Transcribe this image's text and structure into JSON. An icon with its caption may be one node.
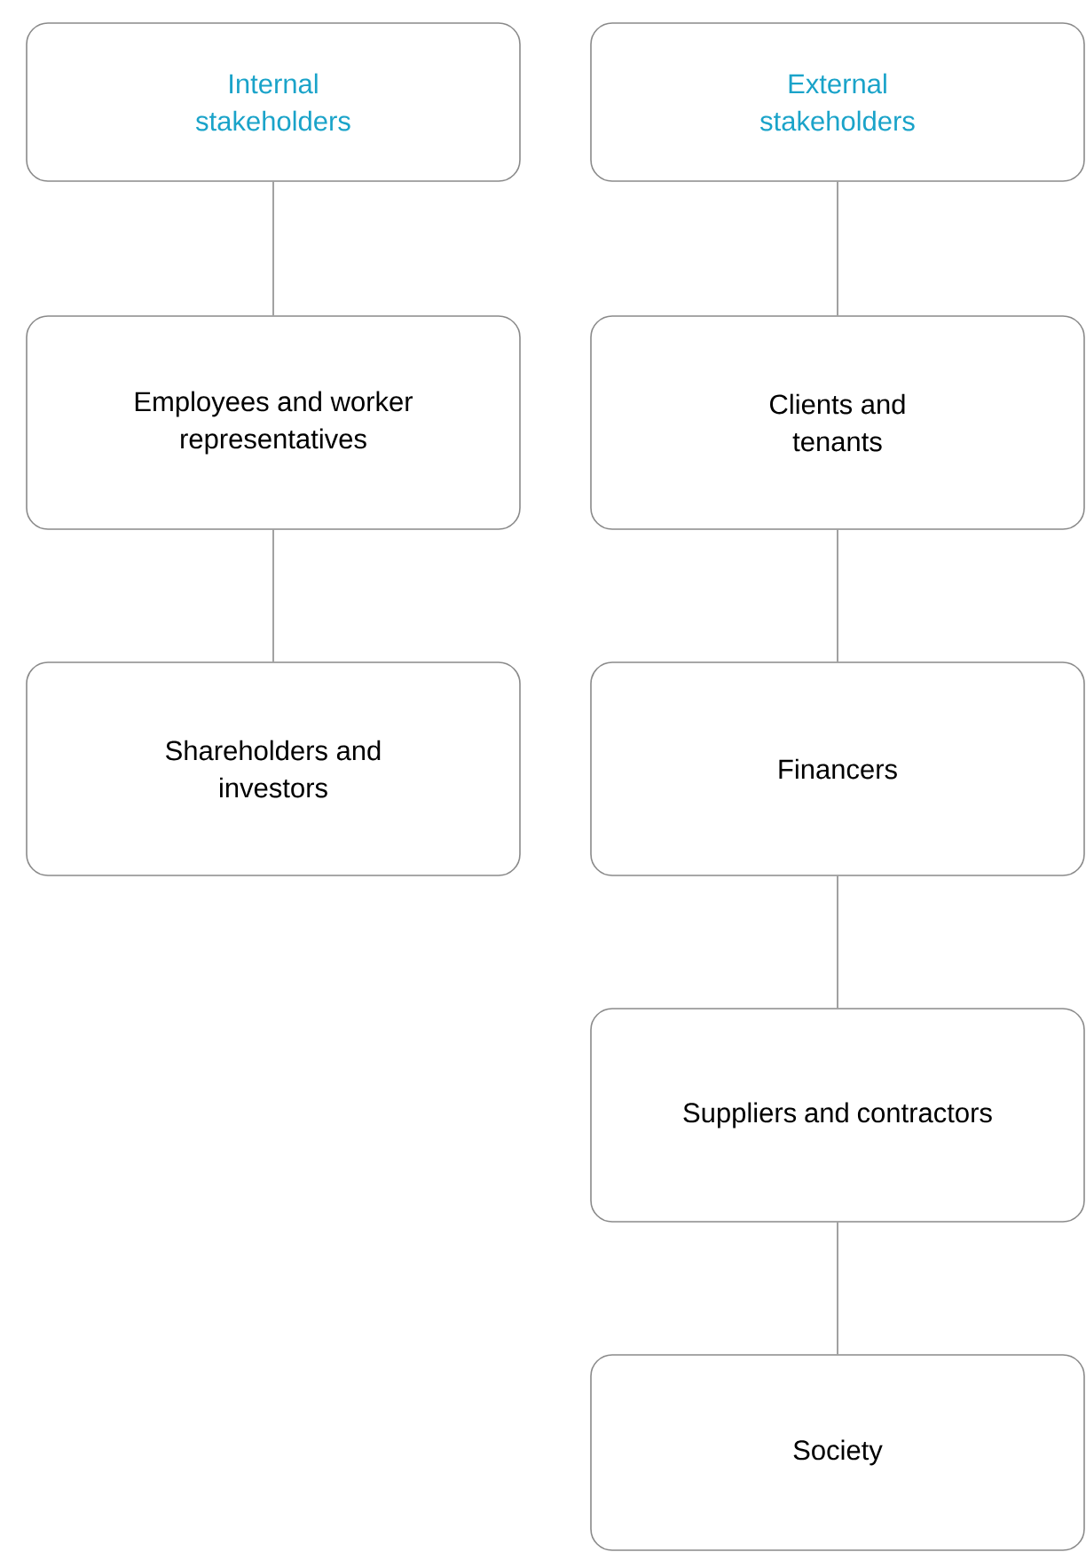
{
  "diagram": {
    "nodes": [
      {
        "text": [
          "Internal stakeholders"
        ]
      },
      {
        "text": [
          "Employees and worker representatives"
        ]
      },
      {
        "text": [
          "Shareholders and investors"
        ]
      },
      {
        "text": [
          "External stakeholders"
        ]
      },
      {
        "text": [
          "Clients and tenants"
        ]
      },
      {
        "text": [
          "Financers"
        ]
      },
      {
        "text": [
          "Suppliers and contractors"
        ]
      },
      {
        "text": [
          "Society"
        ]
      }
    ],
    "edges": [
      {
        "from": 0,
        "to": 1,
        "arrow": "none"
      },
      {
        "from": 1,
        "to": 2,
        "arrow": "none"
      },
      {
        "from": 3,
        "to": 4,
        "arrow": "none"
      },
      {
        "from": 4,
        "to": 5,
        "arrow": "none"
      },
      {
        "from": 5,
        "to": 6,
        "arrow": "none"
      },
      {
        "from": 6,
        "to": 7,
        "arrow": "none"
      }
    ]
  }
}
